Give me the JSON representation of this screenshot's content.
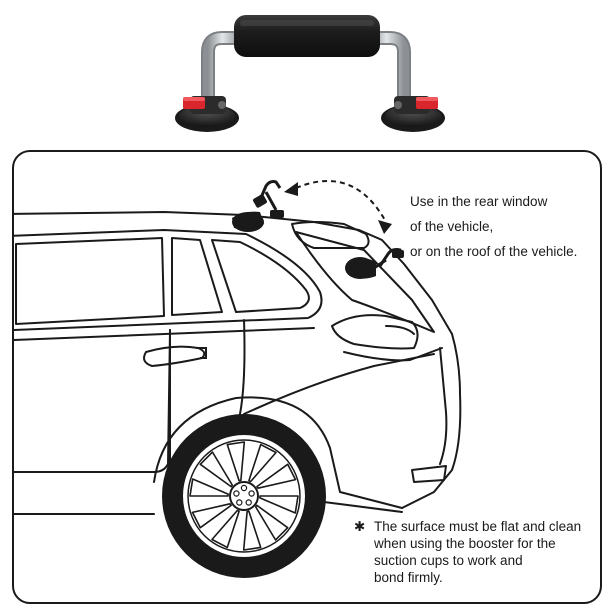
{
  "caption": {
    "line1": "Use in the rear window",
    "line2": "of the vehicle,",
    "line3": "or on the roof of the vehicle."
  },
  "note": {
    "symbol": "✱",
    "line1": "The surface must be flat and clean",
    "line2": "when using the booster for the",
    "line3": "suction cups to work and",
    "line4": "bond firmly."
  },
  "colors": {
    "handle_foam": "#1e1e1e",
    "handle_bar": "#b9bcc0",
    "suction_cup": "#2a2a2a",
    "lock_tab": "#d8262c",
    "line": "#1a1a1a"
  },
  "icons": {
    "product": "suction-cup-handle-icon",
    "car": "hatchback-car-illustration",
    "arrow": "dashed-curved-double-arrow-icon"
  }
}
